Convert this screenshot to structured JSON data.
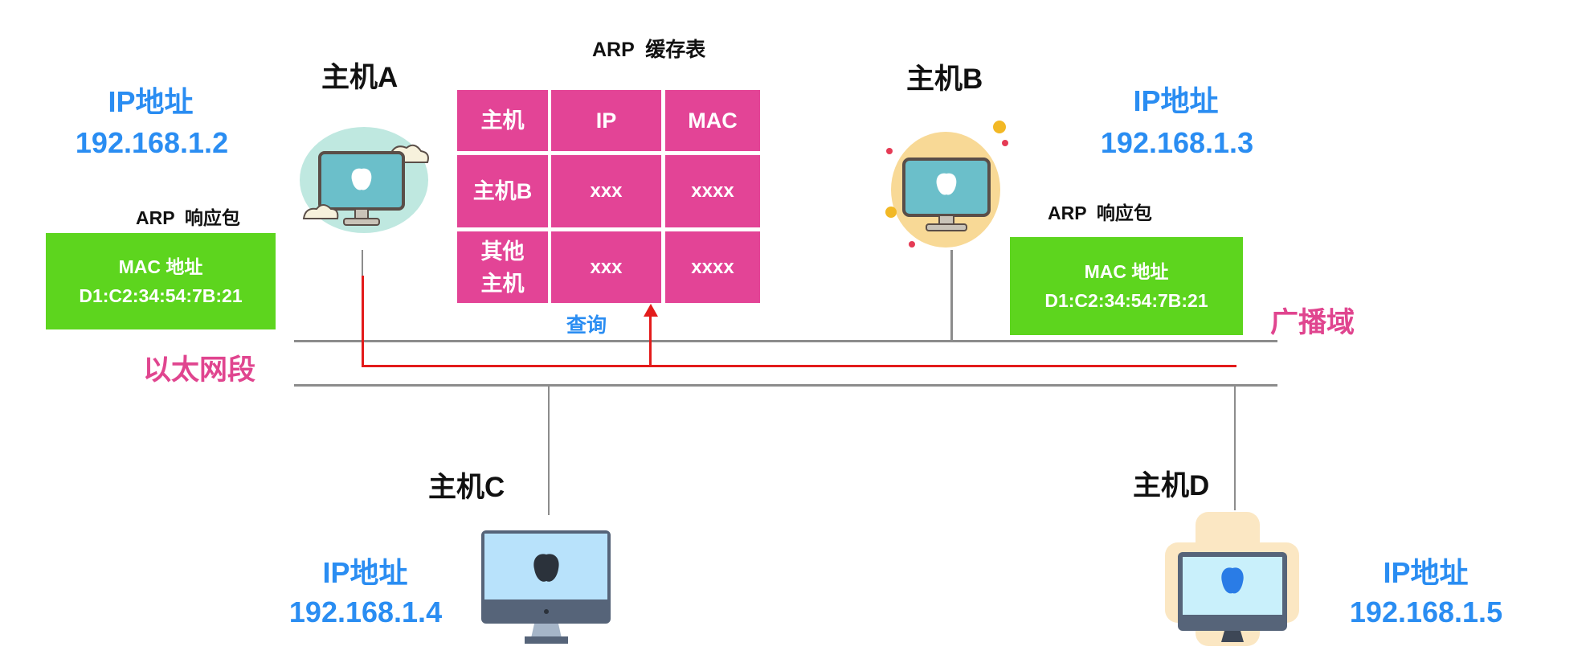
{
  "colors": {
    "table_bg": "#e34496",
    "response_box": "#5dd51e",
    "ip_text": "#2a8df2",
    "segment_text": "#e0458f",
    "query_path": "#e31b1b",
    "wire": "#8c8c8c"
  },
  "cache_table": {
    "title": "ARP  缓存表",
    "headers": [
      "主机",
      "IP",
      "MAC"
    ],
    "rows": [
      [
        "主机B",
        "xxx",
        "xxxx"
      ],
      [
        "其他\n主机",
        "xxx",
        "xxxx"
      ]
    ],
    "query_label": "查询"
  },
  "hosts": {
    "a": {
      "name": "主机A",
      "ip_label": "IP地址",
      "ip": "192.168.1.2",
      "icon": "imac-cloud-icon"
    },
    "b": {
      "name": "主机B",
      "ip_label": "IP地址",
      "ip": "192.168.1.3",
      "icon": "imac-circle-icon"
    },
    "c": {
      "name": "主机C",
      "ip_label": "IP地址",
      "ip": "192.168.1.4",
      "icon": "imac-icon"
    },
    "d": {
      "name": "主机D",
      "ip_label": "IP地址",
      "ip": "192.168.1.5",
      "icon": "imac-blue-icon"
    }
  },
  "responses": {
    "left": {
      "label": "ARP  响应包",
      "line1": "MAC 地址",
      "line2": "D1:C2:34:54:7B:21"
    },
    "right": {
      "label": "ARP  响应包",
      "line1": "MAC 地址",
      "line2": "D1:C2:34:54:7B:21"
    }
  },
  "labels": {
    "ethernet_segment": "以太网段",
    "broadcast_domain": "广播域"
  }
}
